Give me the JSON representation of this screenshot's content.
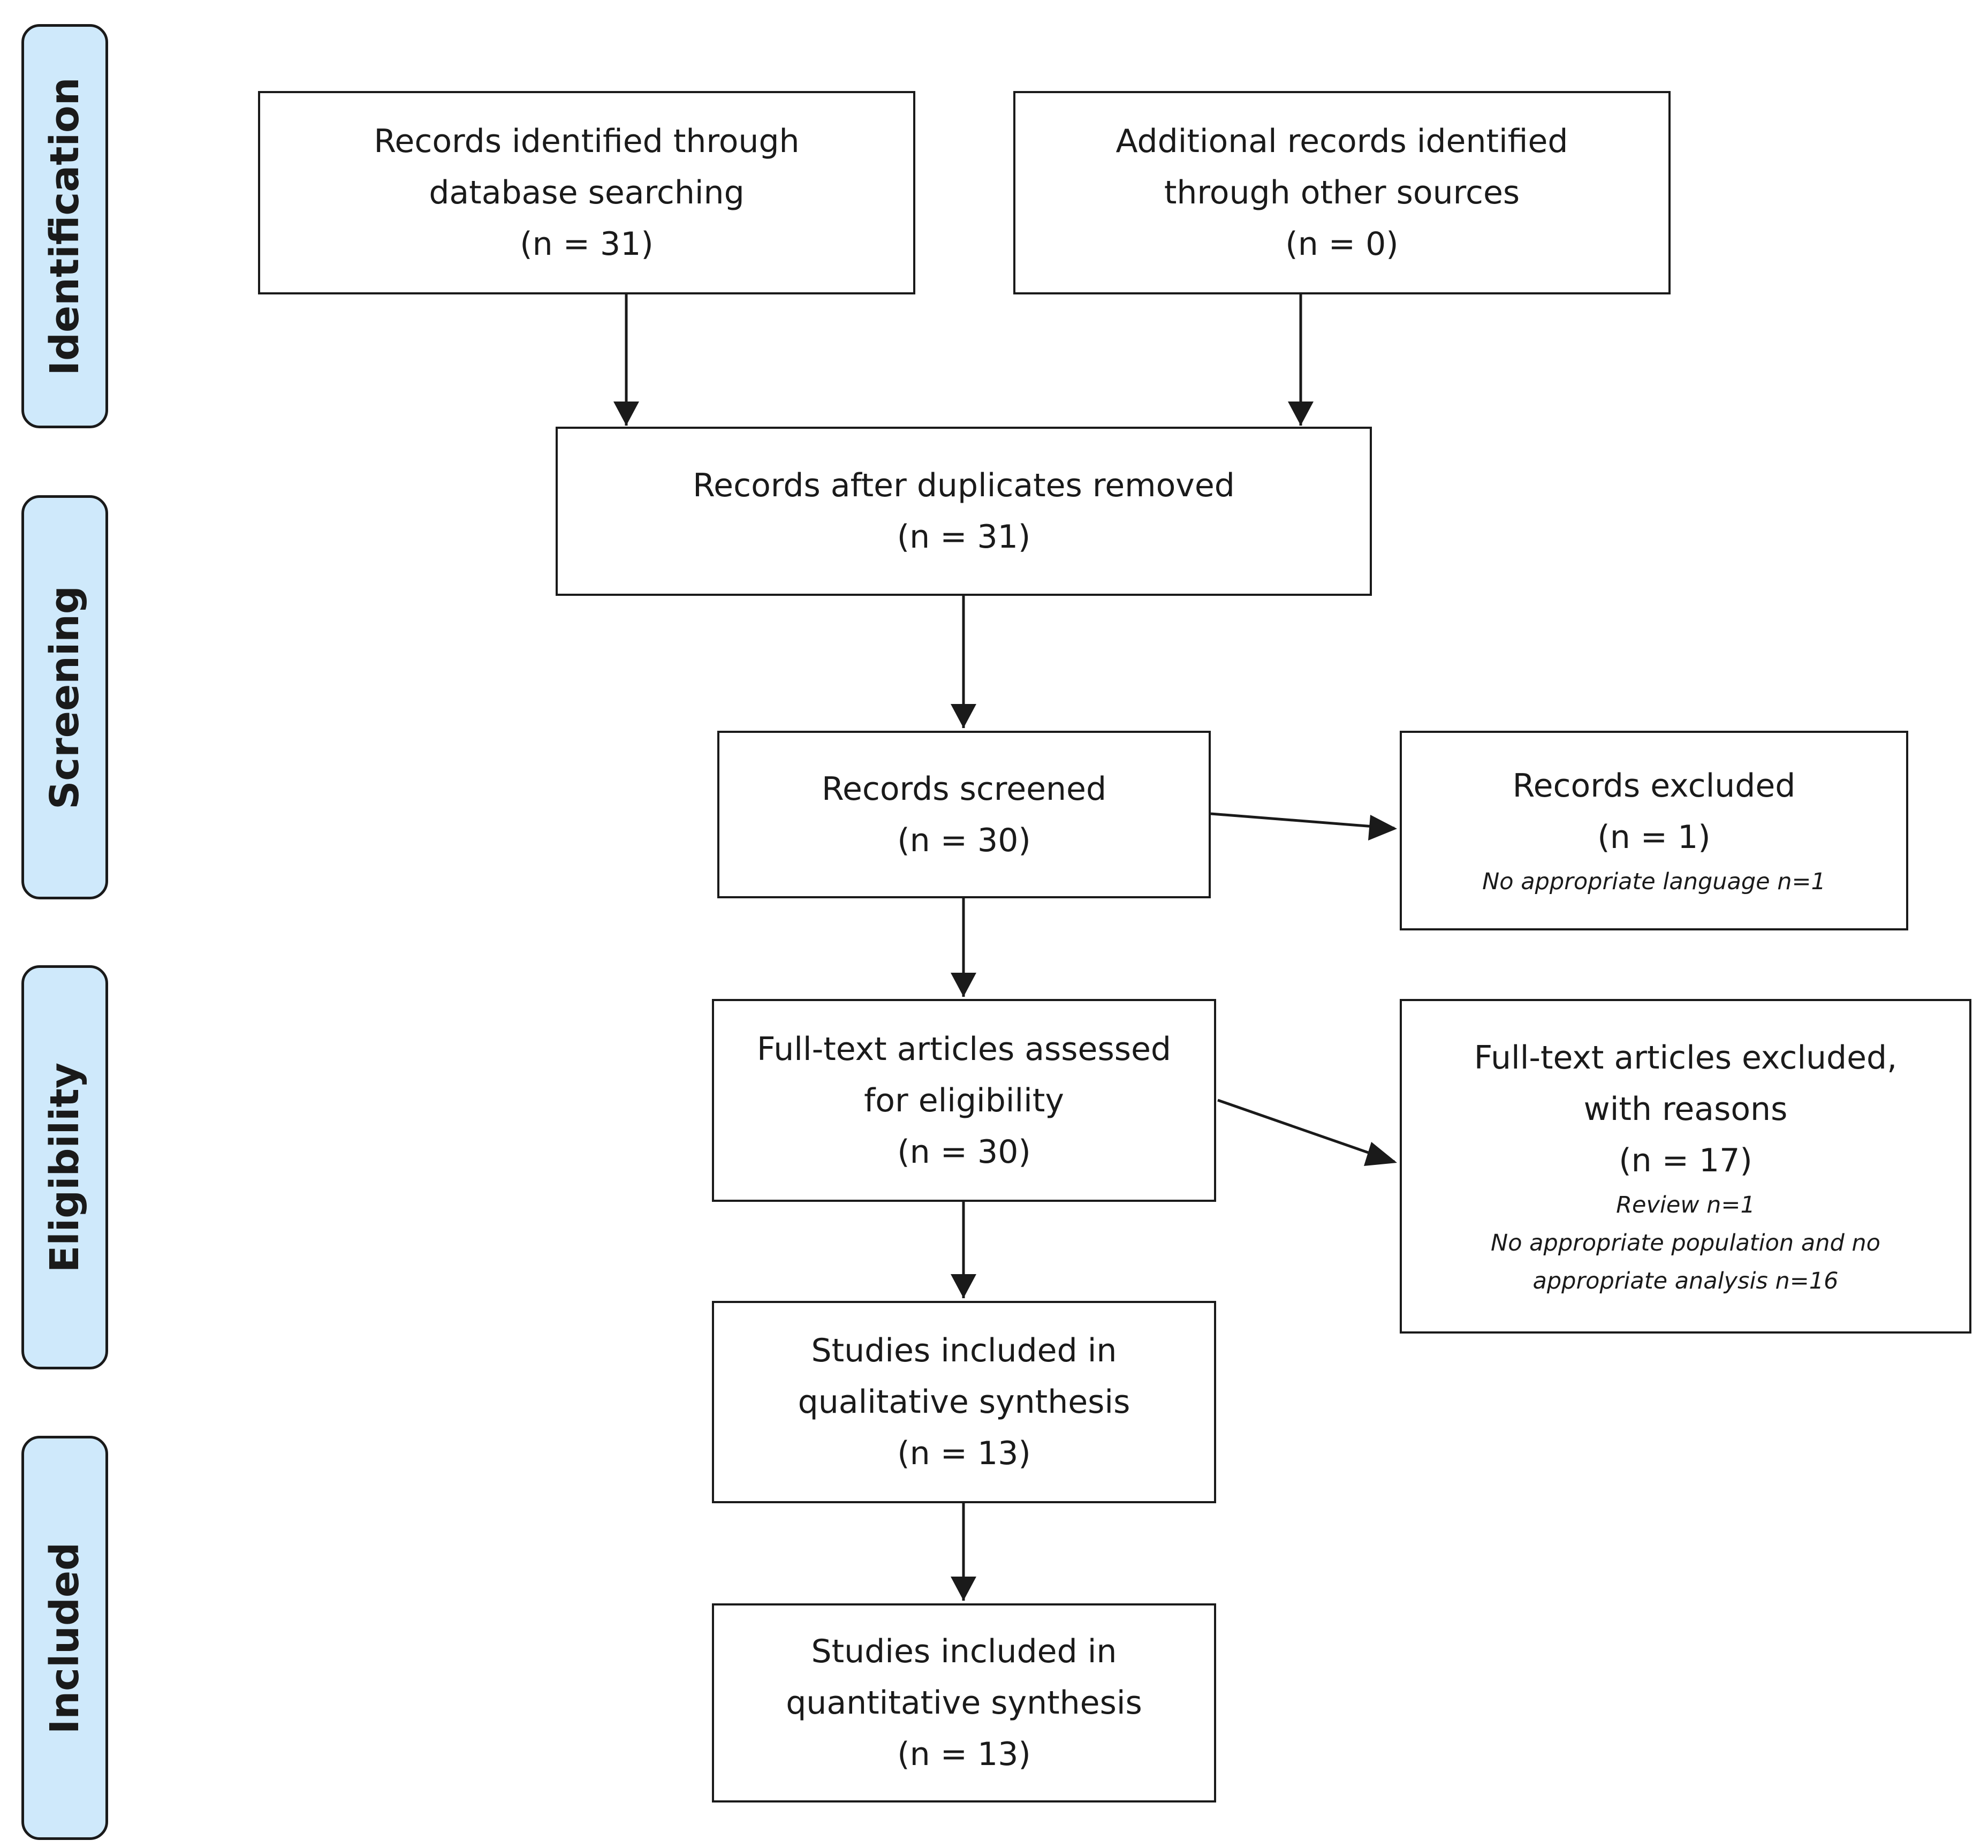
{
  "phases": [
    {
      "key": "identification",
      "label": "Identification"
    },
    {
      "key": "screening",
      "label": "Screening"
    },
    {
      "key": "eligibility",
      "label": "Eligibility"
    },
    {
      "key": "included",
      "label": "Included"
    }
  ],
  "boxes": {
    "database_records": {
      "lines": [
        "Records identified through",
        "database searching",
        "(n = 31)"
      ]
    },
    "other_sources": {
      "lines": [
        "Additional records identified",
        "through other sources",
        "(n = 0)"
      ]
    },
    "after_duplicates": {
      "lines": [
        "Records after duplicates removed",
        "(n = 31)"
      ]
    },
    "screened": {
      "lines": [
        "Records screened",
        "(n = 30)"
      ]
    },
    "excluded": {
      "lines": [
        "Records excluded",
        "(n = 1)"
      ],
      "notes": [
        "No appropriate language n=1"
      ]
    },
    "fulltext_assessed": {
      "lines": [
        "Full-text articles assessed",
        "for eligibility",
        "(n = 30)"
      ]
    },
    "fulltext_excluded": {
      "lines": [
        "Full-text articles excluded,",
        "with reasons",
        "(n = 17)"
      ],
      "notes": [
        "Review n=1",
        "No appropriate population and no",
        "appropriate analysis n=16"
      ]
    },
    "qualitative": {
      "lines": [
        "Studies included in",
        "qualitative synthesis",
        "(n = 13)"
      ]
    },
    "quantitative": {
      "lines": [
        "Studies included in",
        "quantitative synthesis",
        "(n = 13)"
      ]
    }
  },
  "arrows": [
    {
      "from": "database_records",
      "to": "after_duplicates"
    },
    {
      "from": "other_sources",
      "to": "after_duplicates"
    },
    {
      "from": "after_duplicates",
      "to": "screened"
    },
    {
      "from": "screened",
      "to": "excluded"
    },
    {
      "from": "screened",
      "to": "fulltext_assessed"
    },
    {
      "from": "fulltext_assessed",
      "to": "fulltext_excluded"
    },
    {
      "from": "fulltext_assessed",
      "to": "qualitative"
    },
    {
      "from": "qualitative",
      "to": "quantitative"
    }
  ],
  "colors": {
    "phase_fill": "#cfe9fb",
    "stroke": "#1a1a1a",
    "box_fill": "#ffffff"
  }
}
